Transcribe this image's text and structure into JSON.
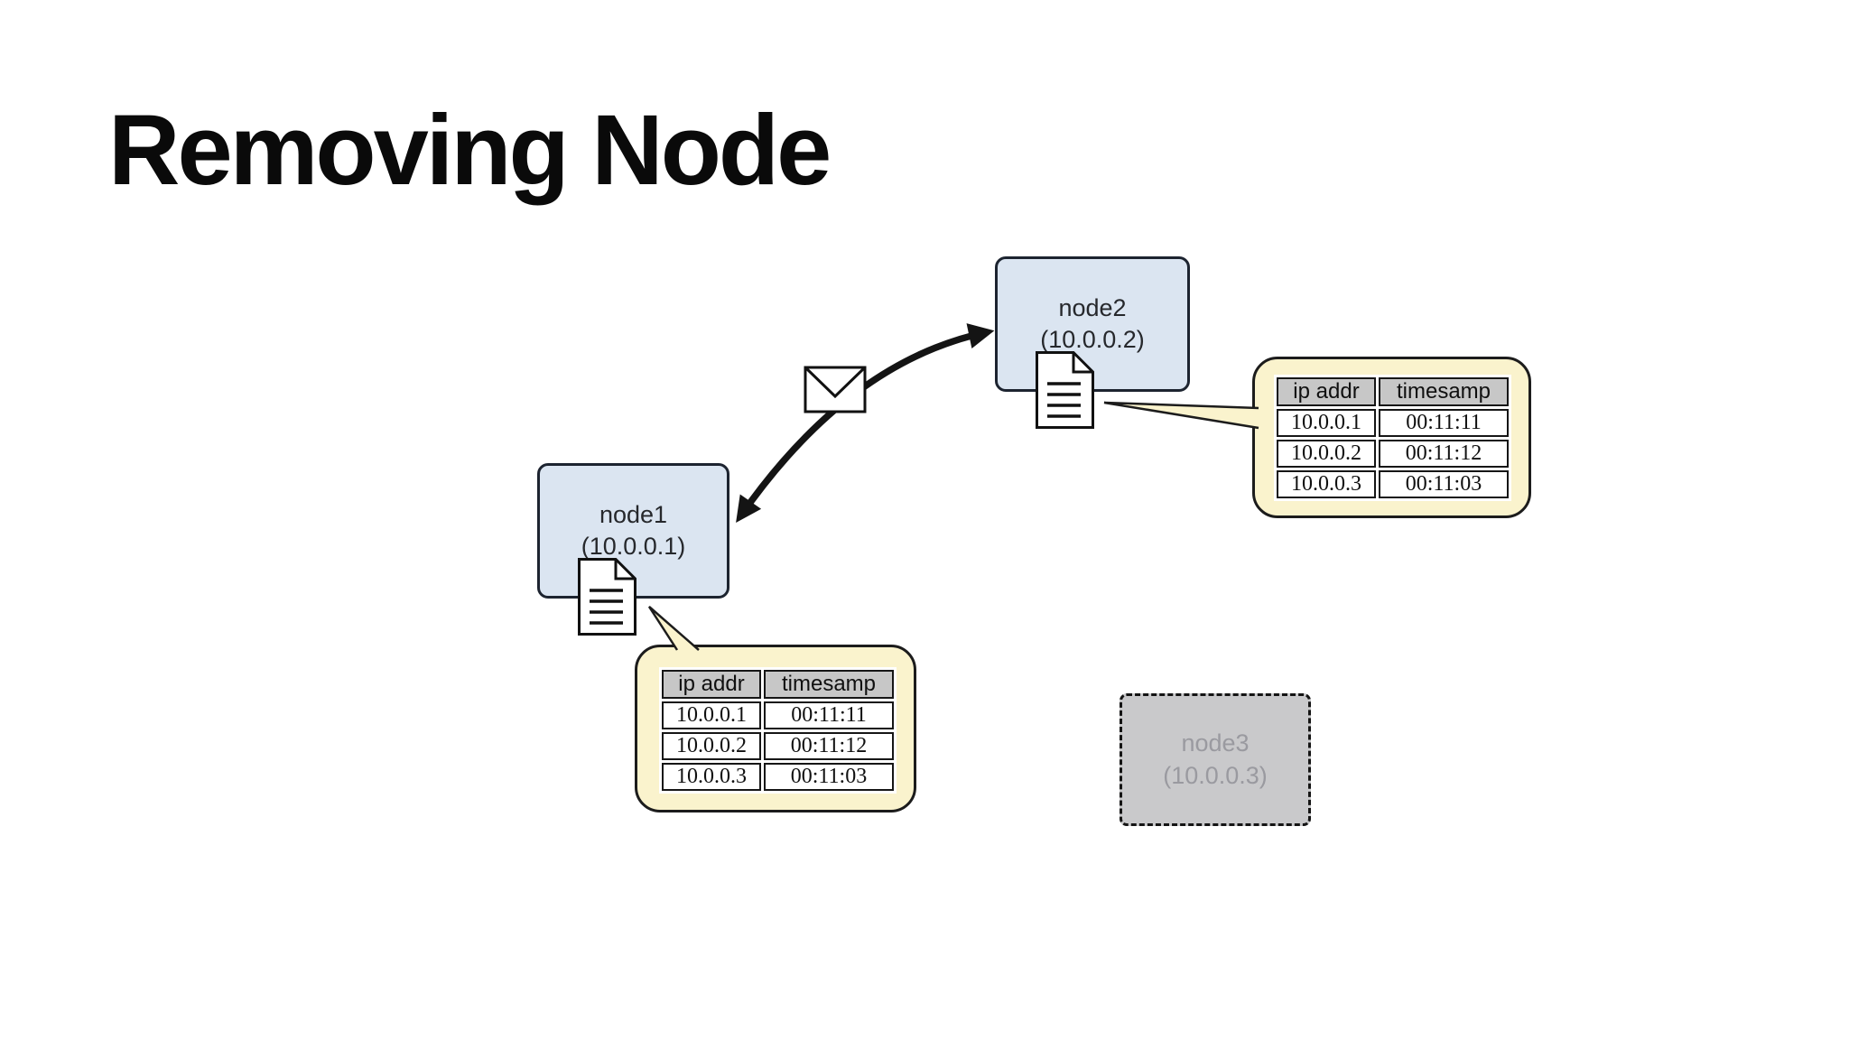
{
  "slide": {
    "title": "Removing Node"
  },
  "nodes": {
    "node1": {
      "label": "node1",
      "ip": "(10.0.0.1)"
    },
    "node2": {
      "label": "node2",
      "ip": "(10.0.0.2)"
    },
    "node3": {
      "label": "node3",
      "ip": "(10.0.0.3)"
    }
  },
  "callouts": {
    "node1": {
      "headers": [
        "ip addr",
        "timesamp"
      ],
      "rows": [
        [
          "10.0.0.1",
          "00:11:11"
        ],
        [
          "10.0.0.2",
          "00:11:12"
        ],
        [
          "10.0.0.3",
          "00:11:03"
        ]
      ]
    },
    "node2": {
      "headers": [
        "ip addr",
        "timesamp"
      ],
      "rows": [
        [
          "10.0.0.1",
          "00:11:11"
        ],
        [
          "10.0.0.2",
          "00:11:12"
        ],
        [
          "10.0.0.3",
          "00:11:03"
        ]
      ]
    }
  },
  "icons": {
    "message": "envelope-icon",
    "node1_log": "document-icon",
    "node2_log": "document-icon"
  },
  "colors": {
    "node_fill": "#dbe5f1",
    "node_border": "#1d2430",
    "removed_node_fill": "#c9c9cb",
    "removed_node_text": "#9a9aa0",
    "callout_fill": "#faf3cd",
    "table_header_fill": "#c7c7c7",
    "arrow": "#141414",
    "background": "#ffffff"
  }
}
